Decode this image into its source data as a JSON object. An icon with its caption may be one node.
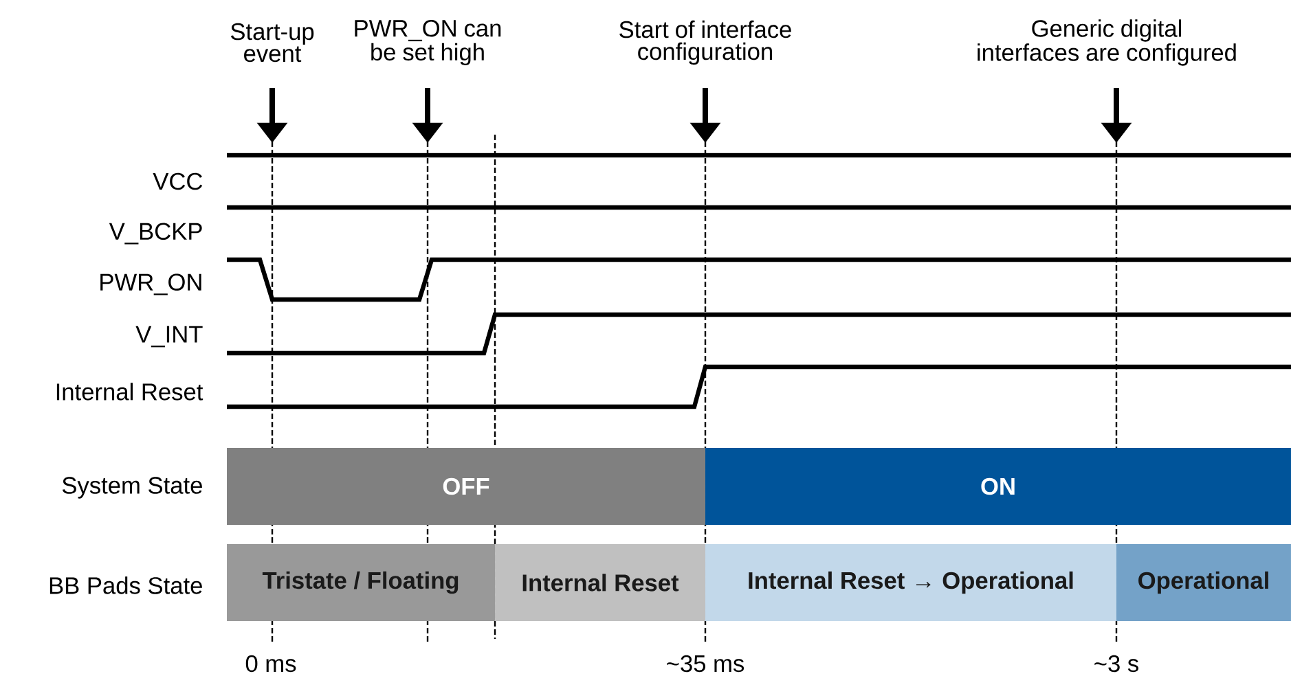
{
  "diagram": {
    "nodes": [
      {
        "text": [
          "OFF"
        ]
      },
      {
        "text": [
          "ON"
        ]
      },
      {
        "text": [
          "Tristate / Floating"
        ]
      },
      {
        "text": [
          "Internal Reset"
        ]
      },
      {
        "text": [
          "Internal Reset → Operational"
        ]
      },
      {
        "text": [
          "Operational"
        ]
      }
    ],
    "labels": [
      "Start-up event",
      "PWR_ON can be set high",
      "Start of interface configuration",
      "Generic digital interfaces are configured",
      "VCC",
      "V_BCKP",
      "PWR_ON",
      "V_INT",
      "Internal Reset",
      "System State",
      "BB Pads State",
      "0 ms",
      "~35 ms",
      "~3 s"
    ]
  }
}
